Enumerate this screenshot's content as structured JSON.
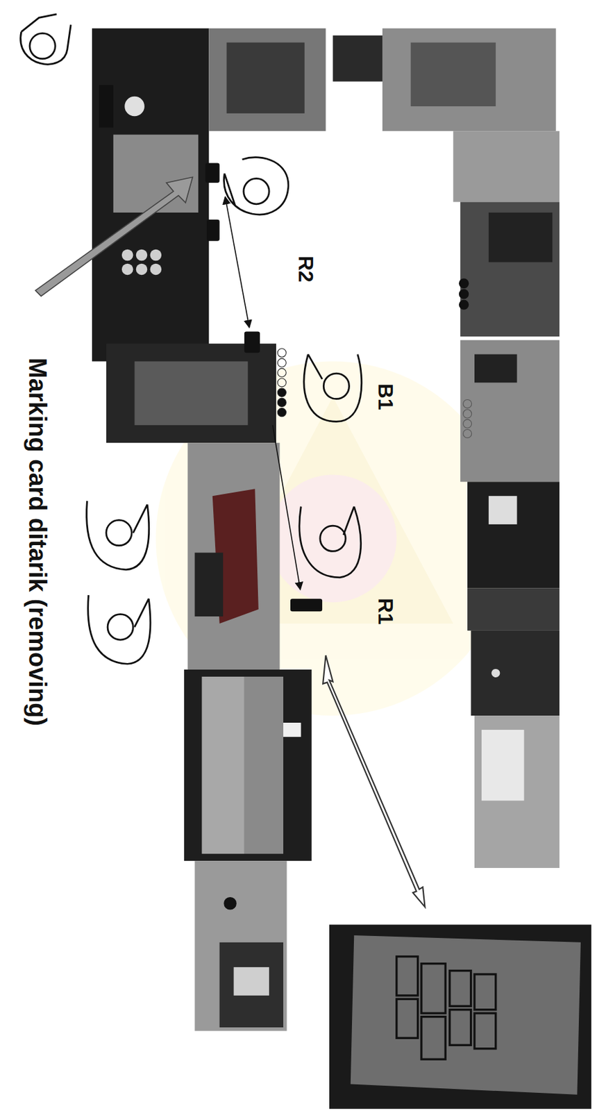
{
  "diagram": {
    "labels": [
      "R2",
      "B1",
      "R1",
      "Marking card ditarik (removing)"
    ]
  }
}
